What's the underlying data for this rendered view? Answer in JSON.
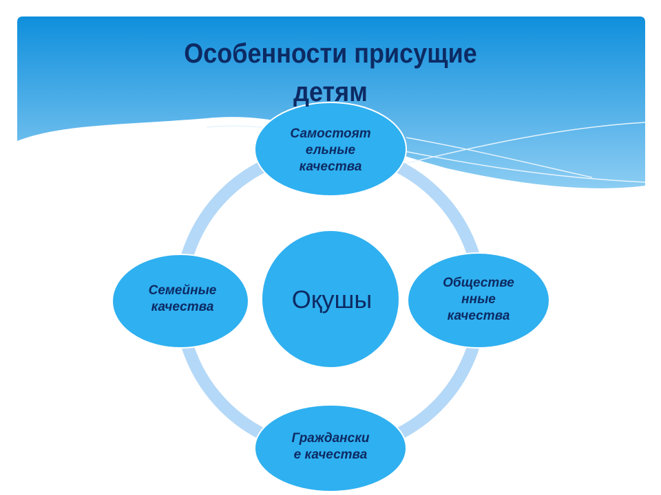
{
  "title": {
    "line1": "Особенности  присущие",
    "line2": "детям"
  },
  "center": {
    "label": "Оқушы"
  },
  "nodes": {
    "top": {
      "lines": [
        "Самостоят",
        "ельные",
        "качества"
      ]
    },
    "right": {
      "lines": [
        "Обществе",
        "нные",
        "качества"
      ]
    },
    "bottom": {
      "lines": [
        "Граждански",
        "е качества"
      ]
    },
    "left": {
      "lines": [
        "Семейные",
        "качества"
      ]
    }
  },
  "colors": {
    "node": "#2fb0f0",
    "ring": "#b4d8f7",
    "header_top": "#0f8fdc",
    "header_bottom": "#7cc6f2",
    "text": "#0d2a63"
  }
}
